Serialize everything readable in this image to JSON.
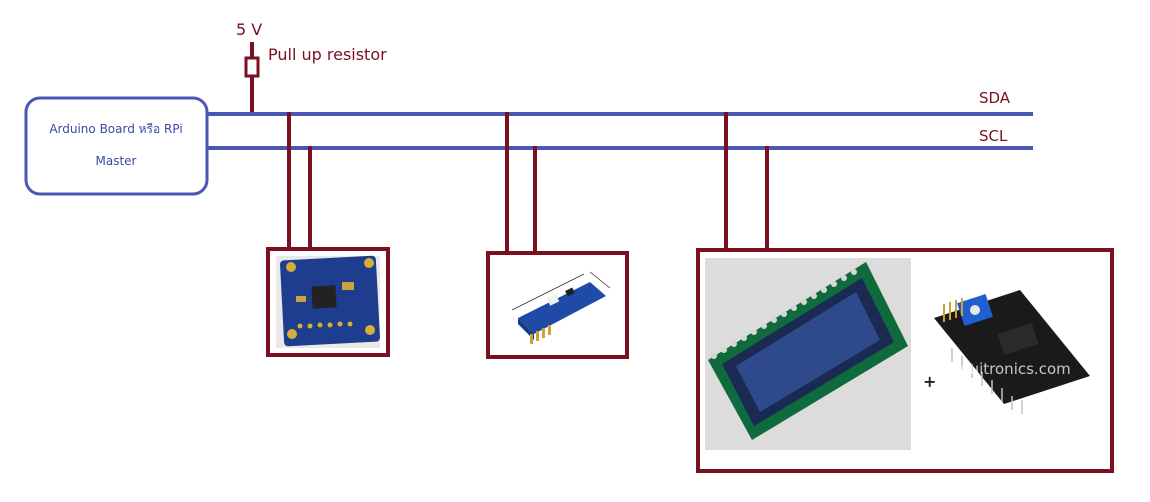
{
  "supply": {
    "voltage_label": "5 V",
    "resistor_label": "Pull up resistor"
  },
  "master": {
    "line1": "Arduino Board หรือ RPi",
    "line2": "Master"
  },
  "bus": {
    "sda_label": "SDA",
    "scl_label": "SCL"
  },
  "lcd_module": {
    "plus_label": "+",
    "watermark": "arduitronics.com"
  },
  "colors": {
    "bus": "#4a57b5",
    "wire": "#7a1020",
    "text": "#7a1020"
  }
}
